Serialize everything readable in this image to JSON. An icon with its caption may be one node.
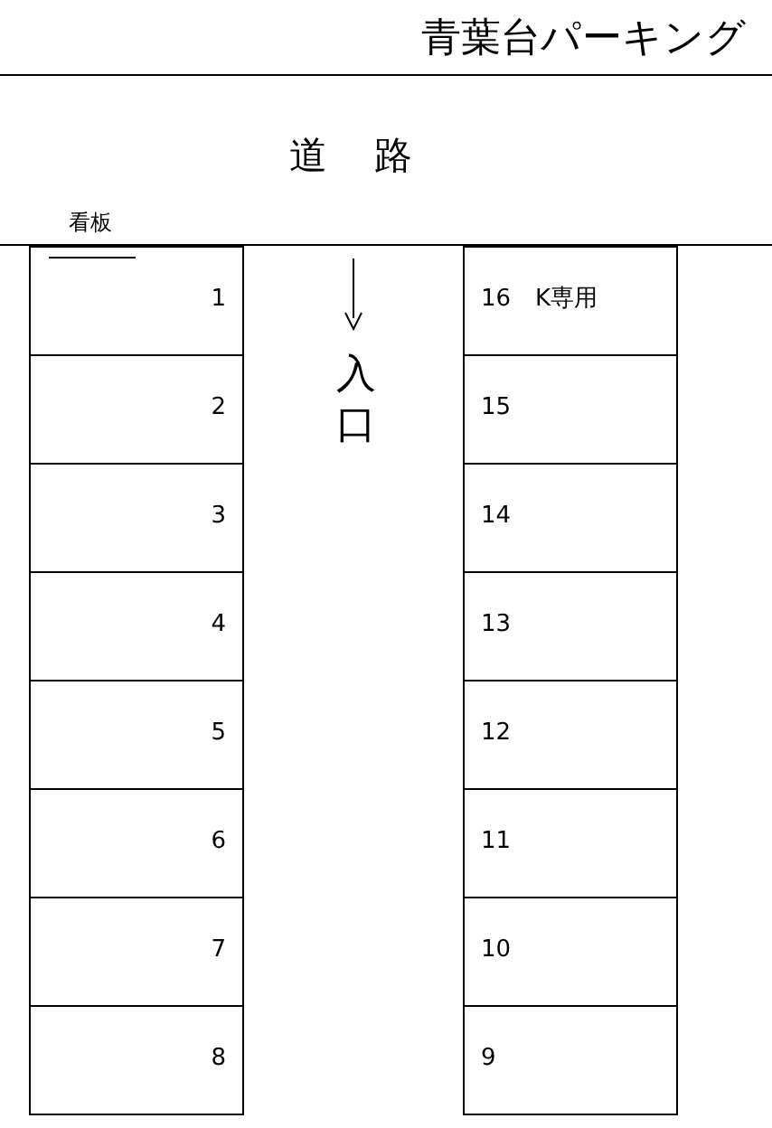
{
  "diagram": {
    "title": "青葉台パーキング",
    "nodes": [
      {
        "text": [
          "1"
        ]
      },
      {
        "text": [
          "入口"
        ]
      },
      {
        "text": [
          "16",
          "K専用"
        ]
      },
      {
        "text": [
          "2"
        ]
      },
      {
        "text": [
          "15"
        ]
      },
      {
        "text": [
          "3"
        ]
      },
      {
        "text": [
          "14"
        ]
      },
      {
        "text": [
          "4"
        ]
      },
      {
        "text": [
          "13"
        ]
      },
      {
        "text": [
          "5"
        ]
      },
      {
        "text": [
          "12"
        ]
      },
      {
        "text": [
          "6"
        ]
      },
      {
        "text": [
          "11"
        ]
      },
      {
        "text": [
          "7"
        ]
      },
      {
        "text": [
          "10"
        ]
      },
      {
        "text": [
          "8"
        ]
      },
      {
        "text": [
          "9"
        ]
      }
    ],
    "labels": [
      "道路",
      "看板"
    ]
  }
}
